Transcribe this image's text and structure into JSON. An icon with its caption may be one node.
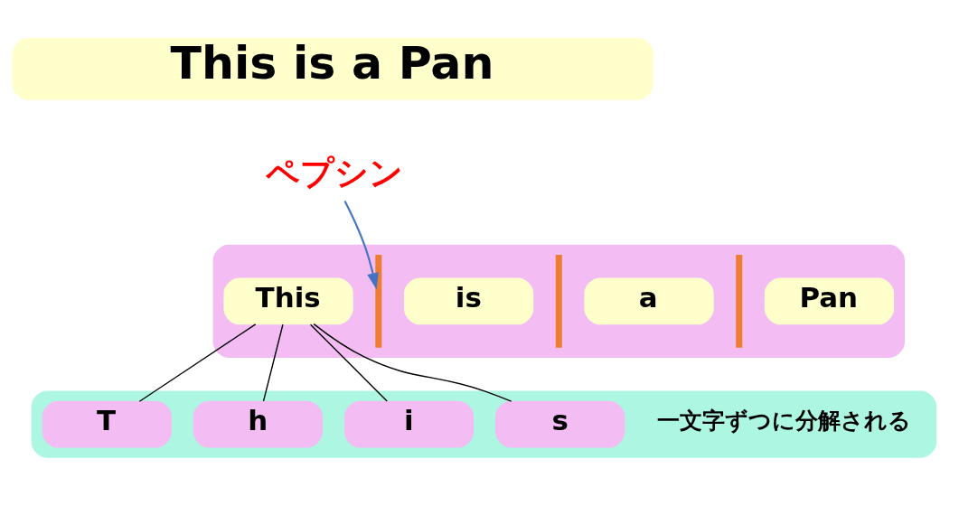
{
  "diagram": {
    "nodes": [
      {
        "text": [
          "This is a Pan"
        ]
      },
      {
        "text": [],
        "shape": "box"
      },
      {
        "text": [
          "This"
        ],
        "in": 1
      },
      {
        "text": [],
        "shape": "bar",
        "in": 1
      },
      {
        "text": [
          "is"
        ],
        "in": 1
      },
      {
        "text": [],
        "shape": "bar",
        "in": 1
      },
      {
        "text": [
          "a"
        ],
        "in": 1
      },
      {
        "text": [],
        "shape": "bar",
        "in": 1
      },
      {
        "text": [
          "Pan"
        ],
        "in": 1
      },
      {
        "text": [
          "ペプシン"
        ]
      },
      {
        "text": [],
        "shape": "box"
      },
      {
        "text": [
          "T"
        ],
        "in": 10
      },
      {
        "text": [
          "h"
        ],
        "in": 10
      },
      {
        "text": [
          "i"
        ],
        "in": 10
      },
      {
        "text": [
          "s"
        ],
        "in": 10
      }
    ],
    "edges": [
      {
        "from": 9,
        "to": 3,
        "arrow": "to",
        "color": "#4472c4"
      },
      {
        "from": 2,
        "to": 11,
        "arrow": "none"
      },
      {
        "from": 2,
        "to": 12,
        "arrow": "none"
      },
      {
        "from": 2,
        "to": 13,
        "arrow": "none"
      },
      {
        "from": 2,
        "to": 14,
        "arrow": "none"
      }
    ],
    "labels": [
      "一文字ずつに分解される"
    ]
  }
}
